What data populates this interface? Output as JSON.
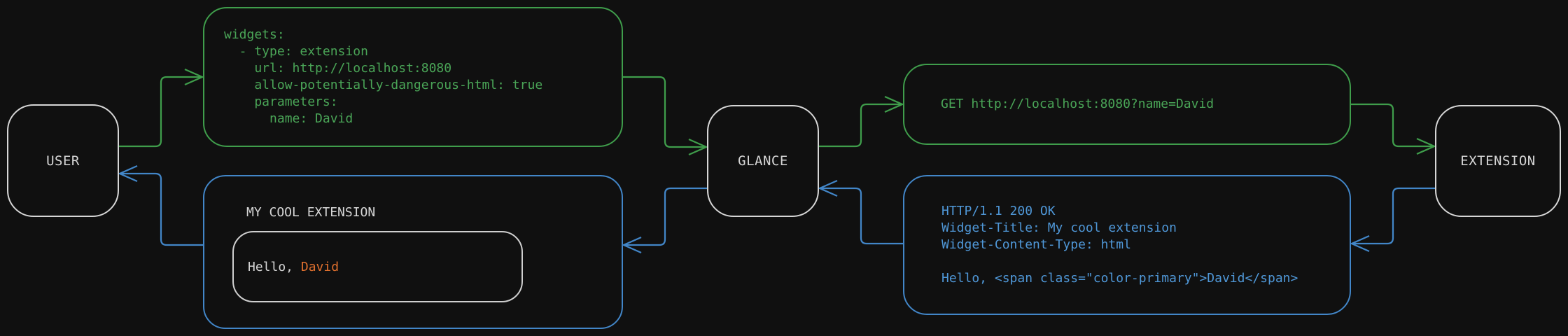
{
  "diagram_title": "glance-extension-flow",
  "colors": {
    "background": "#101010",
    "foreground": "#d6d6d6",
    "forward_flow_green": "#3f9d4b",
    "green_text": "#4aa557",
    "return_flow_blue": "#4286c8",
    "blue_text": "#4f97d7",
    "highlight_orange": "#e0702e"
  },
  "nodes": {
    "user": {
      "label": "USER"
    },
    "glance": {
      "label": "GLANCE"
    },
    "extension": {
      "label": "EXTENSION"
    }
  },
  "config_box": {
    "lines": [
      "widgets:",
      "  - type: extension",
      "    url: http://localhost:8080",
      "    allow-potentially-dangerous-html: true",
      "    parameters:",
      "      name: David"
    ]
  },
  "request_box": {
    "text": "GET http://localhost:8080?name=David"
  },
  "response_box": {
    "lines": [
      "HTTP/1.1 200 OK",
      "Widget-Title: My cool extension",
      "Widget-Content-Type: html",
      "",
      "Hello, <span class=\"color-primary\">David</span>"
    ]
  },
  "widget_box": {
    "title": "MY COOL EXTENSION",
    "greeting_prefix": "Hello, ",
    "greeting_name": "David"
  }
}
